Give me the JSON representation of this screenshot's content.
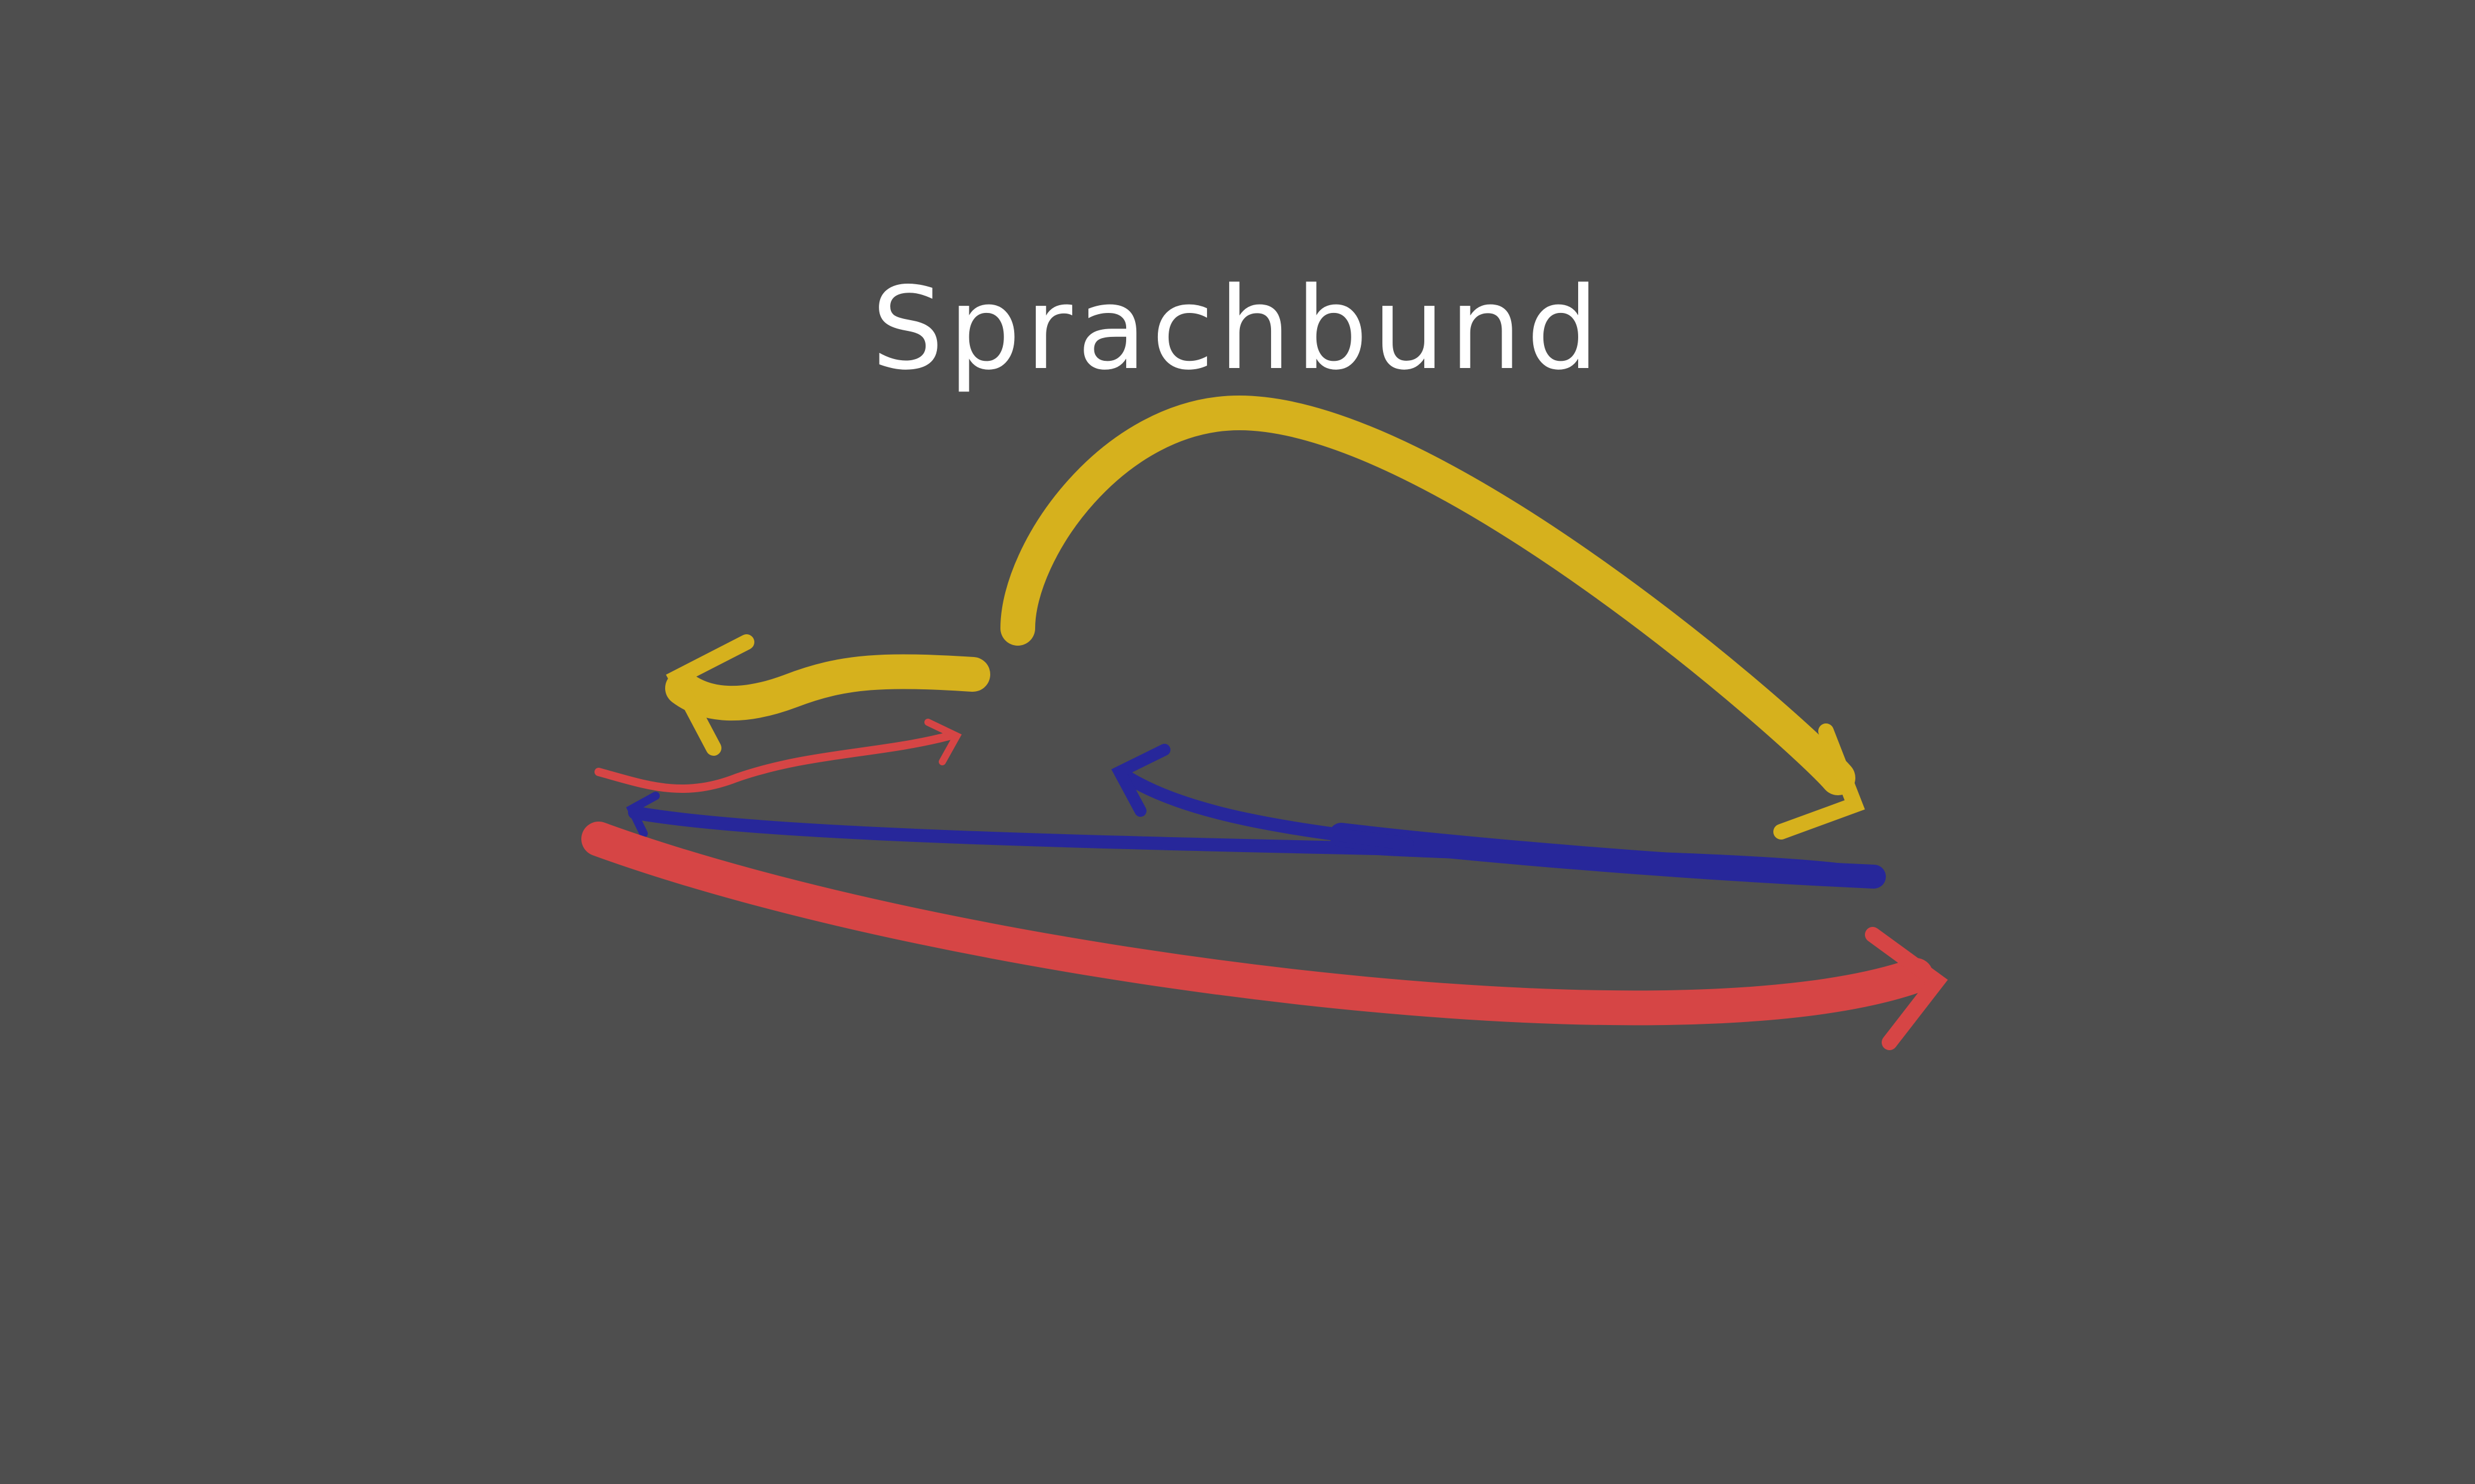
{
  "diagram": {
    "title": "Sprachbund",
    "colors": {
      "background": "#4e4e4e",
      "title": "#ffffff",
      "yellow": "#d6b11d",
      "red": "#d64545",
      "blue": "#27279a"
    },
    "arrows": [
      {
        "name": "yellow-arc-arrow",
        "color": "yellow",
        "direction": "right"
      },
      {
        "name": "yellow-wave-arrow",
        "color": "yellow",
        "direction": "left"
      },
      {
        "name": "red-wave-arrow",
        "color": "red",
        "direction": "right"
      },
      {
        "name": "blue-long-arrow",
        "color": "blue",
        "direction": "left"
      },
      {
        "name": "red-long-arrow",
        "color": "red",
        "direction": "right"
      }
    ]
  }
}
